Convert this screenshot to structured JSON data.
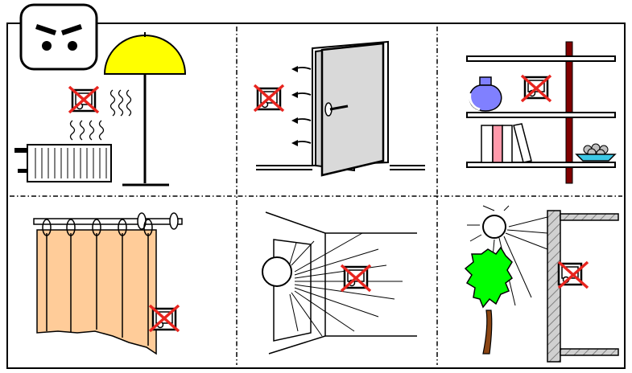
{
  "diagram": {
    "caution_icon": "caution-face-icon",
    "prohibited_mark_color": "#e8251f",
    "panels": [
      {
        "id": "heat-sources",
        "icon": "heat-source-scene"
      },
      {
        "id": "door-draft",
        "icon": "door-draft-scene"
      },
      {
        "id": "shelf",
        "icon": "shelf-scene"
      },
      {
        "id": "curtain",
        "icon": "curtain-scene"
      },
      {
        "id": "window-sun",
        "icon": "window-sun-scene"
      },
      {
        "id": "outdoor-sun",
        "icon": "outdoor-sun-scene"
      }
    ],
    "colors": {
      "lamp_shade": "#ffff00",
      "door": "#d9d9d9",
      "vase": "#8080ff",
      "shelf_post": "#800000",
      "book_pink": "#ff99aa",
      "dish": "#3cc8e6",
      "curtain": "#ffcc99",
      "tree_leaves": "#00ff00",
      "wall_hatch": "#b0b0b0"
    }
  }
}
